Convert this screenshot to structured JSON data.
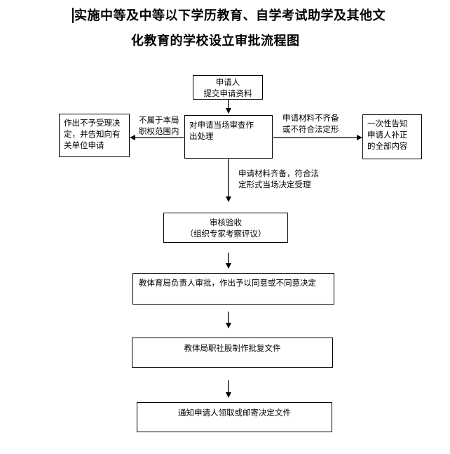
{
  "title": {
    "line1": "实施中等及中等以下学历教育、自学考试助学及其他文",
    "line2": "化教育的学校设立审批流程图"
  },
  "nodes": {
    "applicant": {
      "line1": "申请人",
      "line2": "提交申请资料"
    },
    "onsite": {
      "line1": "对申请当场审查作",
      "line2": "出处理"
    },
    "reject": {
      "line1": "作出不予受理决",
      "line2": "定，并告知向有",
      "line3": "关单位申请"
    },
    "supplement": {
      "line1": "一次性告知",
      "line2": "申请人补正",
      "line3": "的全部内容"
    },
    "review": {
      "line1": "审核验收",
      "line2": "（组织专家考察评议）"
    },
    "approve": {
      "text": "教体育局负责人审批，作出予以同意或不同意决定"
    },
    "document": {
      "text": "教体局职社股制作批复文件"
    },
    "notify": {
      "text": "通知申请人领取或邮寄决定文件"
    }
  },
  "edges": {
    "not_jurisdiction": {
      "line1": "不属于本局",
      "line2": "职权范围内"
    },
    "incomplete": {
      "line1": "申请材料不齐备",
      "line2": "或不符合法定形"
    },
    "accepted": {
      "line1": "申请材料齐备，符合法",
      "line2": "定形式当场决定受理"
    }
  }
}
